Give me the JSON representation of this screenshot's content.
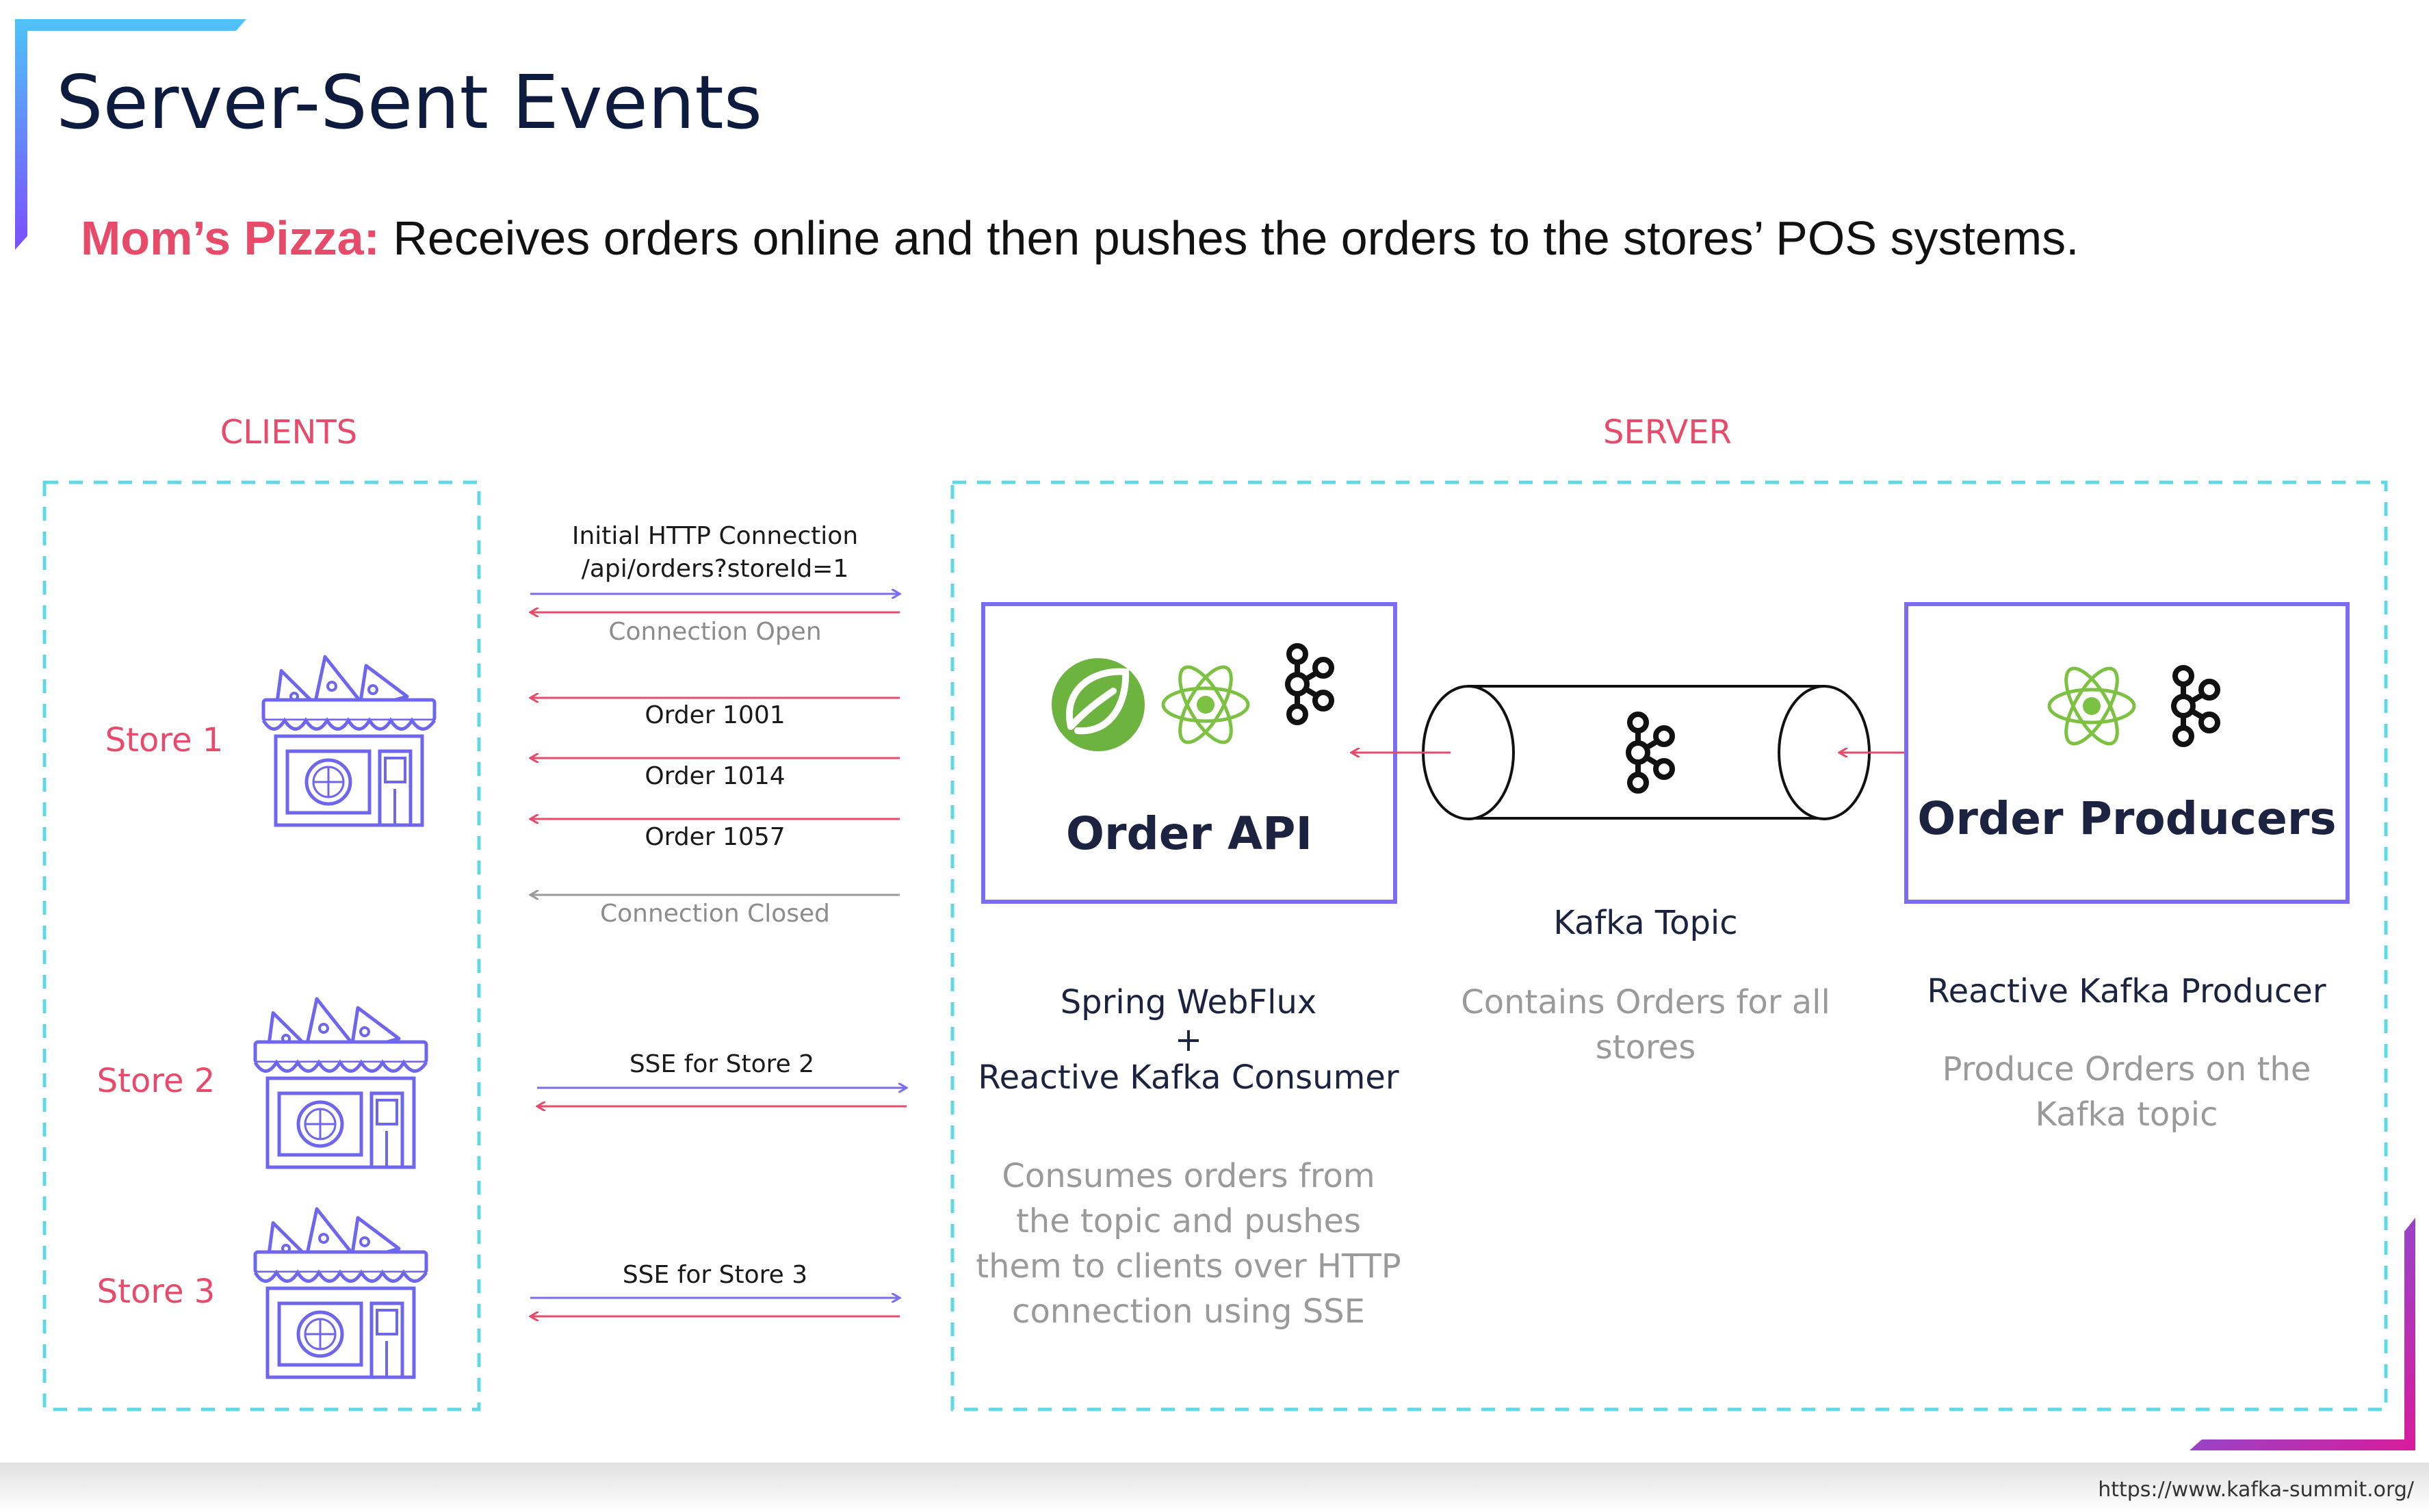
{
  "slide": {
    "title": "Server-Sent Events",
    "subtitle_brand": "Mom’s Pizza:",
    "subtitle_text": " Receives orders online and then pushes the orders to the stores’ POS systems.",
    "footer_url": "https://www.kafka-summit.org/"
  },
  "clients": {
    "label": "CLIENTS",
    "stores": [
      "Store 1",
      "Store 2",
      "Store 3"
    ]
  },
  "server": {
    "label": "SERVER"
  },
  "messages": {
    "initial_line1": "Initial HTTP Connection",
    "initial_line2": "/api/orders?storeId=1",
    "connection_open": "Connection Open",
    "orders": [
      "Order 1001",
      "Order 1014",
      "Order 1057"
    ],
    "connection_closed": "Connection Closed",
    "sse_store2": "SSE for Store 2",
    "sse_store3": "SSE for Store 3"
  },
  "order_api": {
    "title": "Order API",
    "tech_line1": "Spring WebFlux",
    "tech_plus": "+",
    "tech_line2": "Reactive Kafka Consumer",
    "desc": [
      "Consumes orders from",
      "the topic and pushes",
      "them to clients over HTTP",
      "connection using SSE"
    ]
  },
  "kafka_topic": {
    "title": "Kafka Topic",
    "desc": [
      "Contains Orders for all",
      "stores"
    ]
  },
  "order_producers": {
    "title": "Order Producers",
    "tech": "Reactive Kafka Producer",
    "desc": [
      "Produce Orders on the",
      "Kafka topic"
    ]
  },
  "colors": {
    "accent_pink": "#e84a6a",
    "purple": "#7b6cf6",
    "cyan_dash": "#5fd8e8",
    "spring_green": "#6cb33f",
    "grey_text": "#9a9a9a"
  },
  "icons": [
    "spring-leaf-icon",
    "atom-icon",
    "kafka-icon",
    "pizza-store-icon"
  ]
}
